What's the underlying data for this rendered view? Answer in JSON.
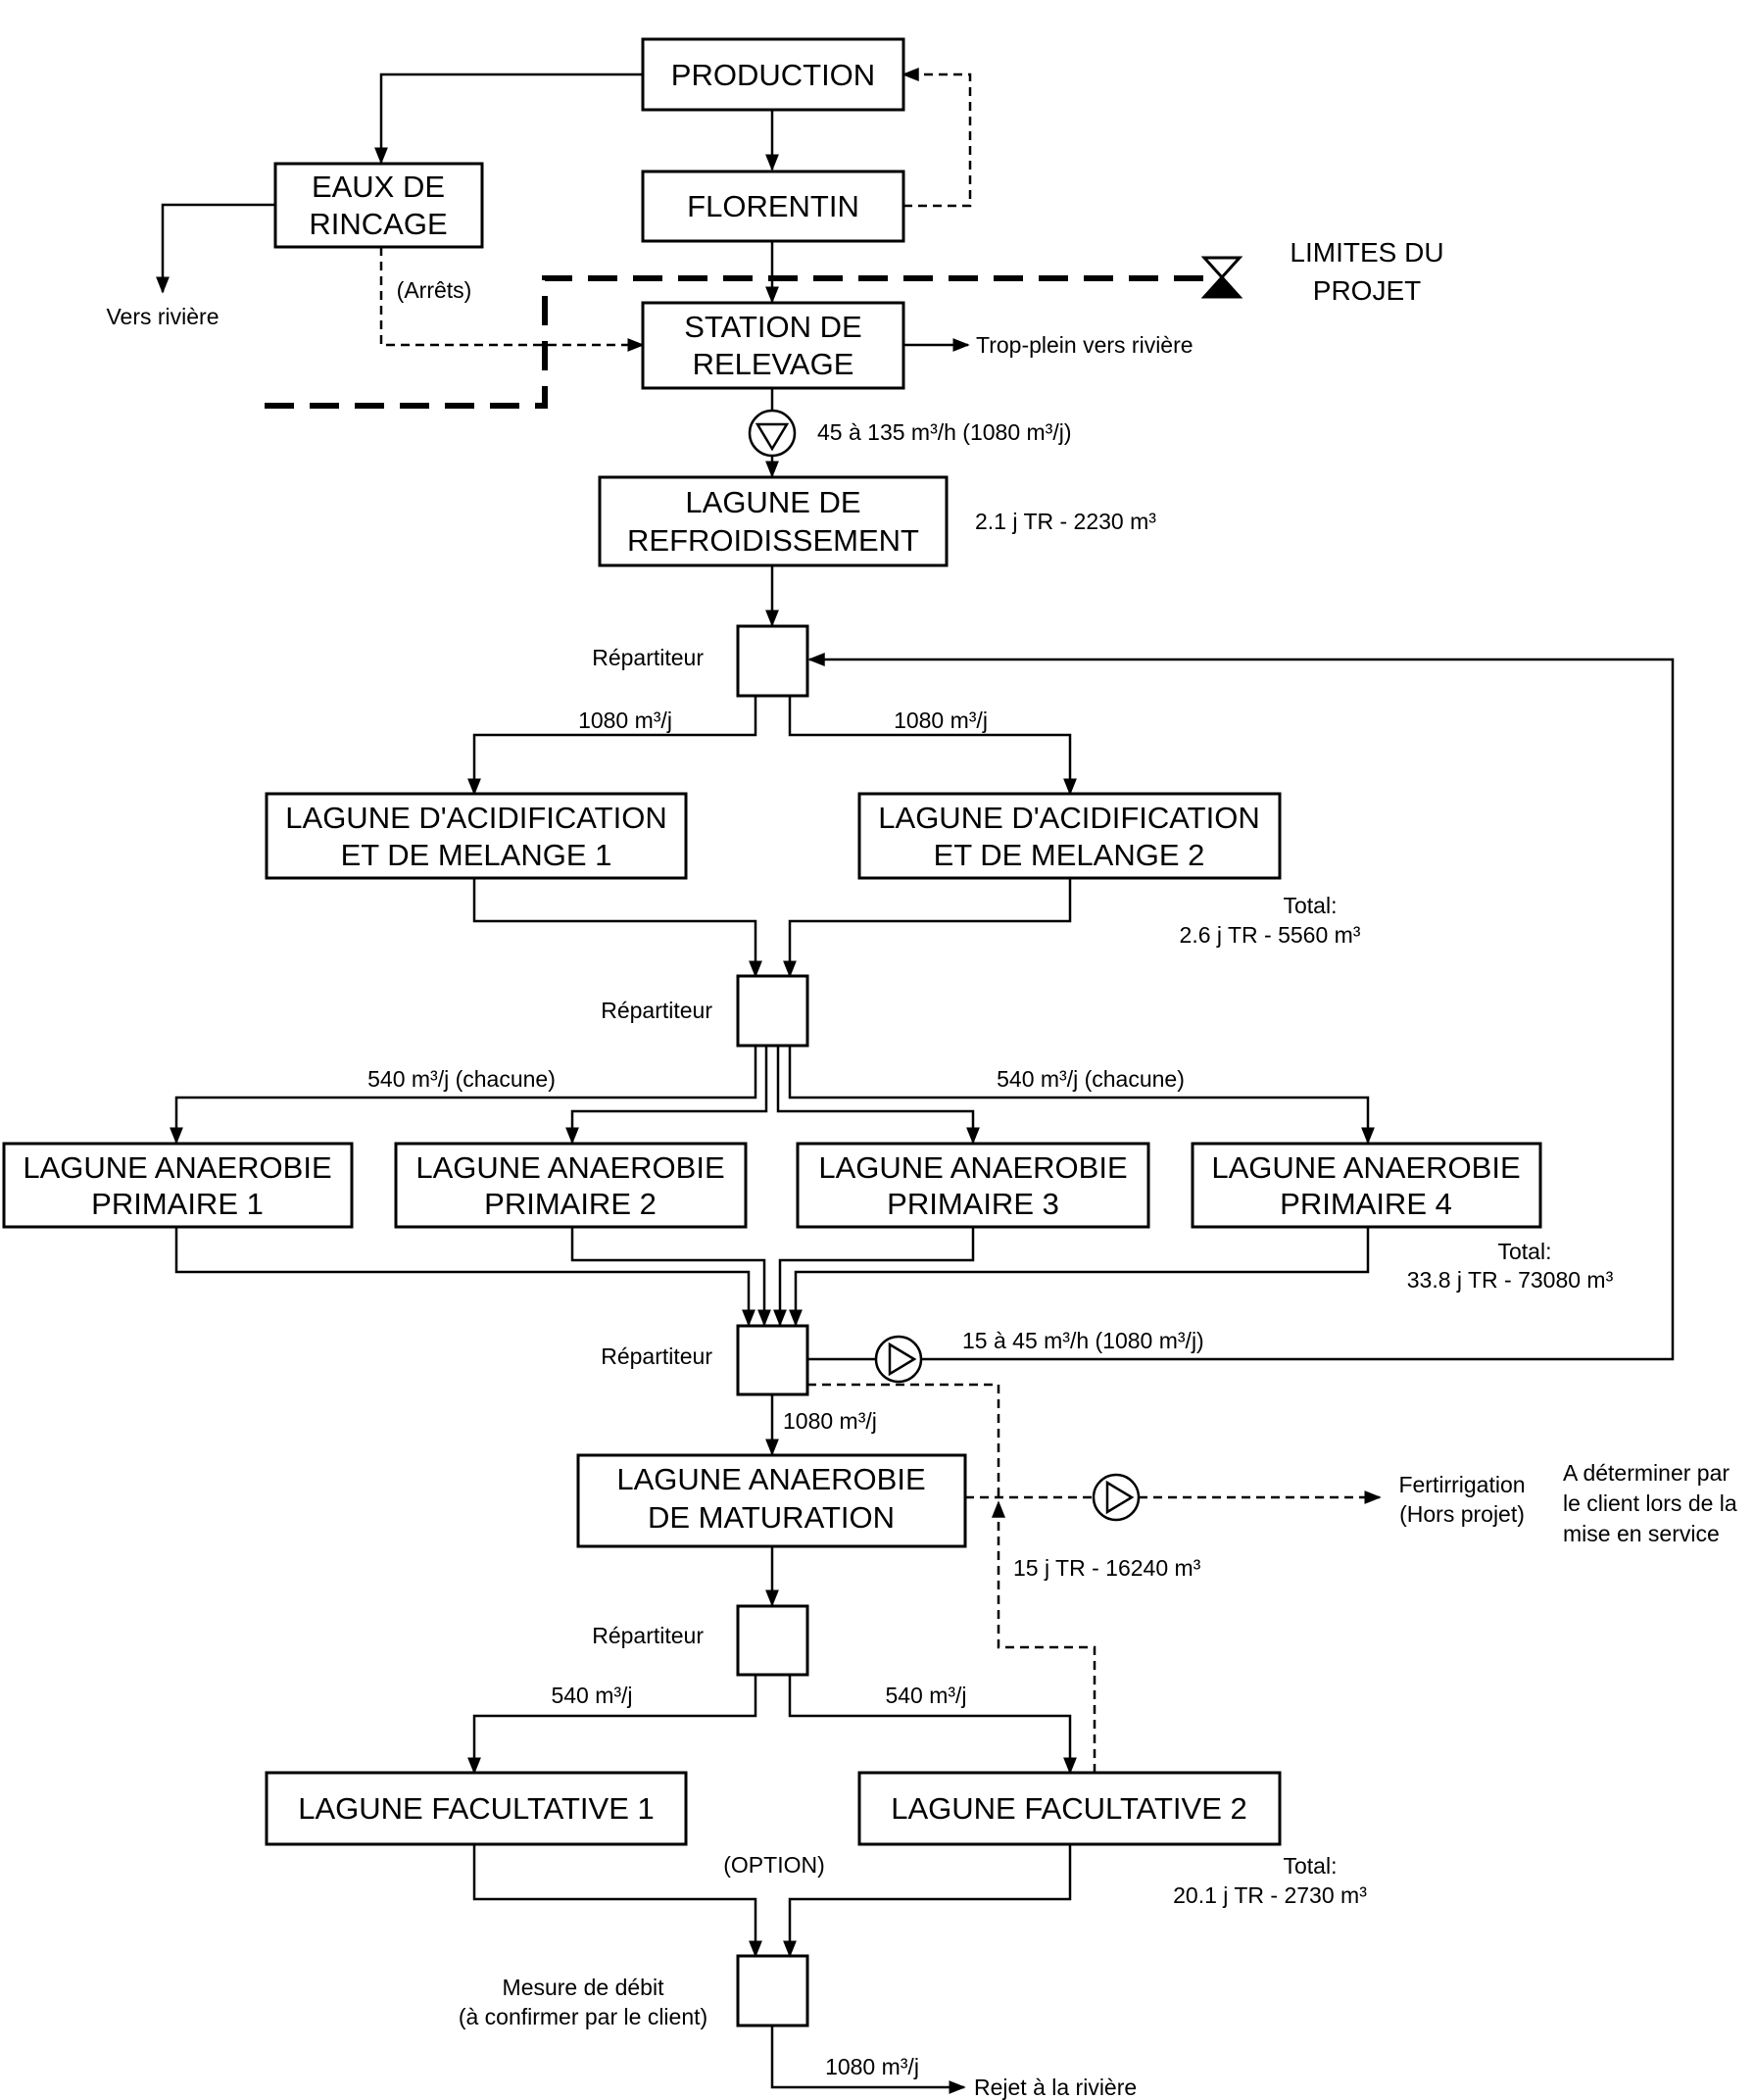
{
  "nodes": {
    "production": [
      "PRODUCTION"
    ],
    "florentin": [
      "FLORENTIN"
    ],
    "eaux_rincage": [
      "EAUX DE",
      "RINCAGE"
    ],
    "station_relevage": [
      "STATION DE",
      "RELEVAGE"
    ],
    "lagune_refroidissement": [
      "LAGUNE DE",
      "REFROIDISSEMENT"
    ],
    "acidification_1": [
      "LAGUNE D'ACIDIFICATION",
      "ET DE MELANGE 1"
    ],
    "acidification_2": [
      "LAGUNE D'ACIDIFICATION",
      "ET DE MELANGE 2"
    ],
    "anaerobie_1": [
      "LAGUNE ANAEROBIE",
      "PRIMAIRE 1"
    ],
    "anaerobie_2": [
      "LAGUNE ANAEROBIE",
      "PRIMAIRE 2"
    ],
    "anaerobie_3": [
      "LAGUNE ANAEROBIE",
      "PRIMAIRE 3"
    ],
    "anaerobie_4": [
      "LAGUNE ANAEROBIE",
      "PRIMAIRE 4"
    ],
    "maturation": [
      "LAGUNE ANAEROBIE",
      "DE MATURATION"
    ],
    "facultative_1": [
      "LAGUNE FACULTATIVE 1"
    ],
    "facultative_2": [
      "LAGUNE FACULTATIVE 2"
    ]
  },
  "labels": {
    "limites_projet": [
      "LIMITES DU",
      "PROJET"
    ],
    "vers_riviere": "Vers rivière",
    "arrets": "(Arrêts)",
    "trop_plein": "Trop-plein vers rivière",
    "pump_1_flow": "45 à 135 m³/h  (1080 m³/j)",
    "refroidissement_tr": "2.1 j TR  - 2230 m³",
    "repartiteur": "Répartiteur",
    "flow_1080": "1080 m³/j",
    "total_acid": [
      "Total:",
      "2.6 j TR  - 5560 m³"
    ],
    "flow_540_each": "540 m³/j (chacune)",
    "total_anaerobie": [
      "Total:",
      "33.8 j TR  - 73080 m³"
    ],
    "pump_2_flow": "15 à 45 m³/h  (1080 m³/j)",
    "fertirrigation": [
      "Fertirrigation",
      "(Hors projet)"
    ],
    "a_determiner": [
      "A déterminer par",
      "le client lors de la",
      "mise en service"
    ],
    "maturation_tr": "15 j TR  - 16240 m³",
    "flow_540": "540 m³/j",
    "option": "(OPTION)",
    "total_facultative": [
      "Total:",
      "20.1 j TR  - 2730 m³"
    ],
    "mesure_debit": [
      "Mesure de débit",
      "(à confirmer par le client)"
    ],
    "rejet_riviere": "Rejet à la rivière"
  }
}
